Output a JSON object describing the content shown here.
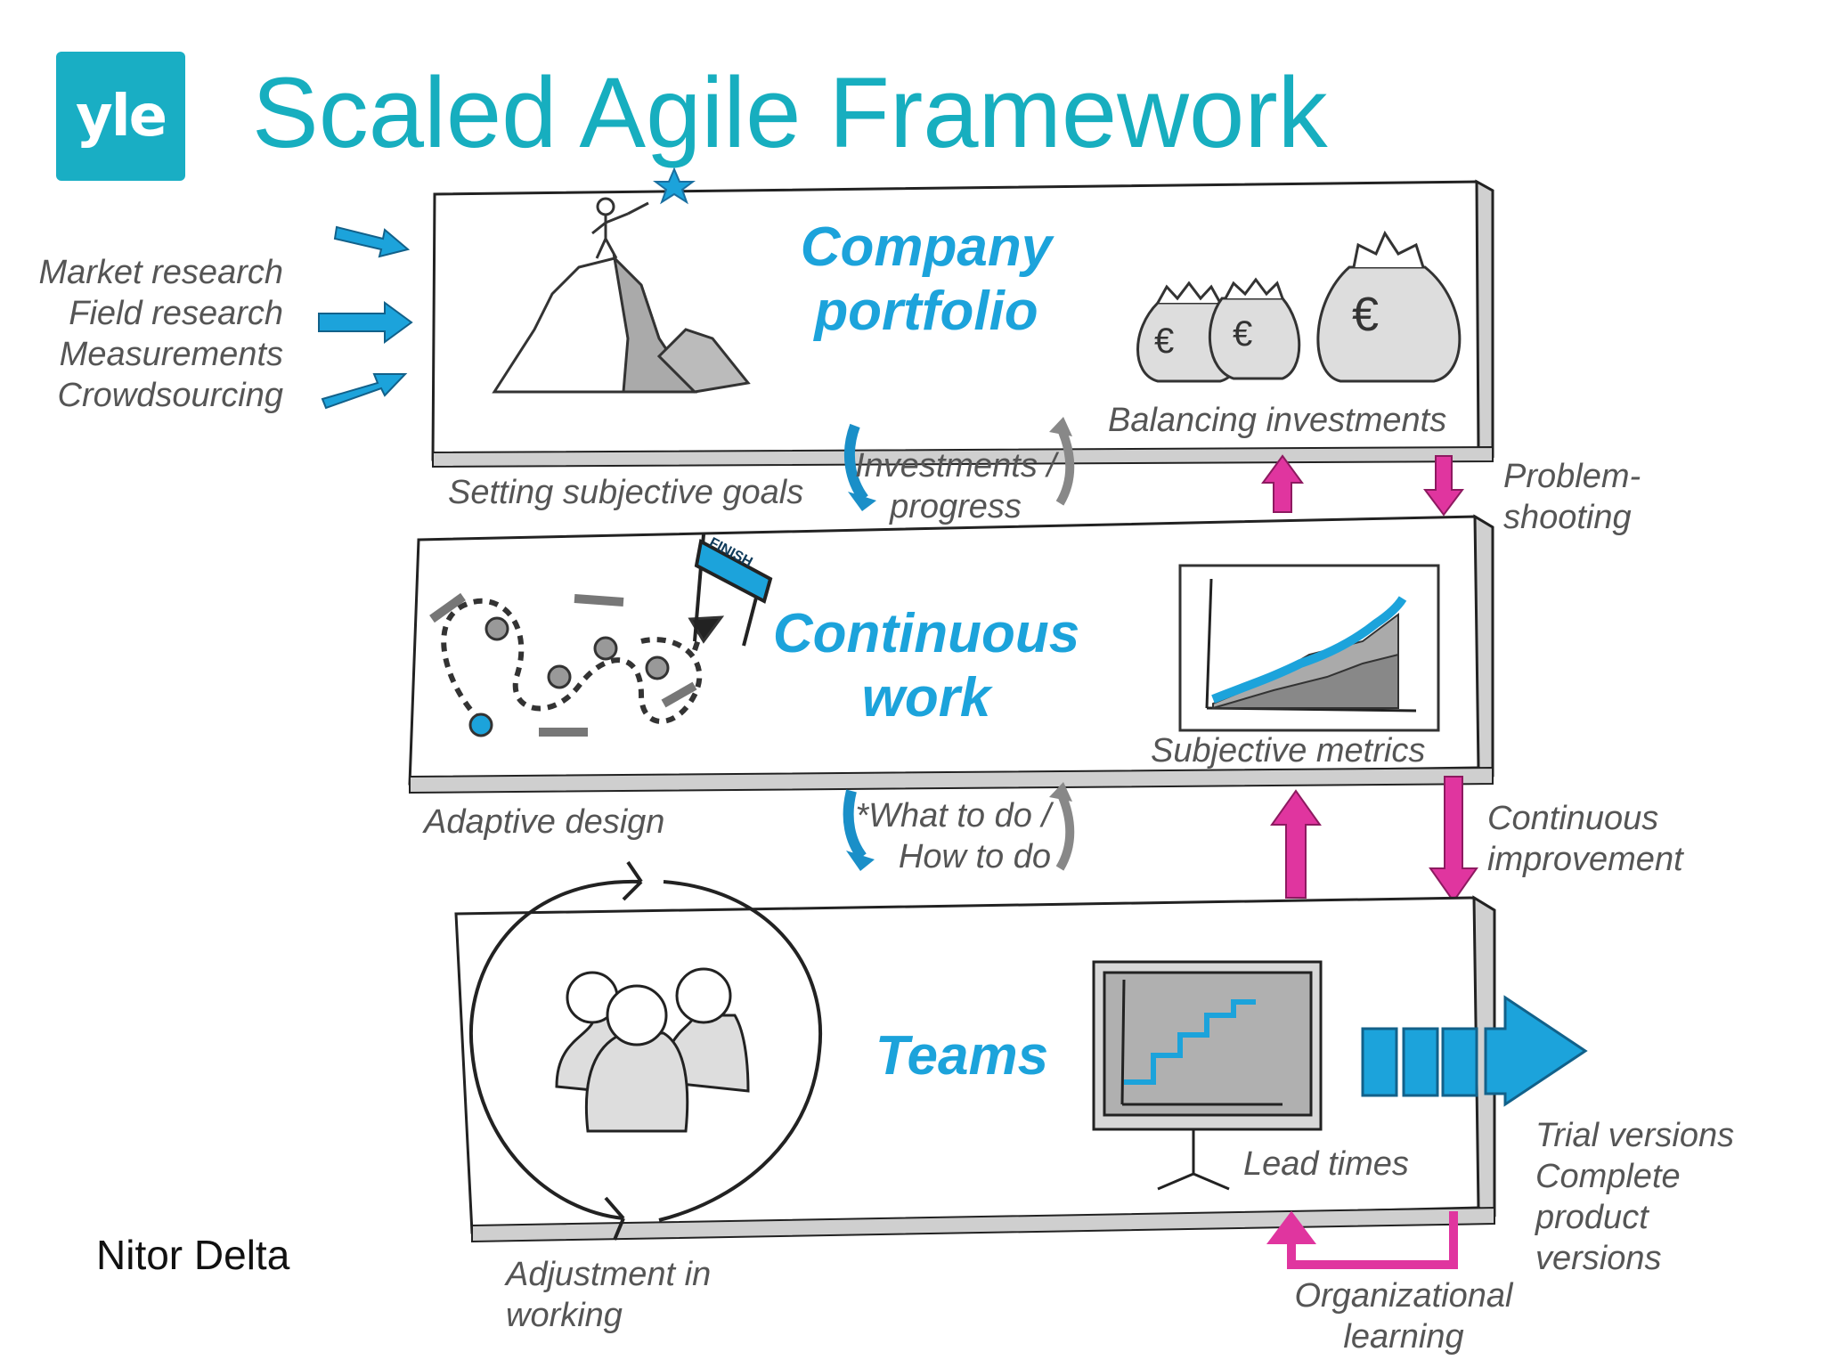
{
  "logo": {
    "text": "yle"
  },
  "title": "Scaled Agile Framework",
  "inputs": [
    "Market research",
    "Field research",
    "Measurements",
    "Crowdsourcing"
  ],
  "levels": {
    "company": {
      "line1": "Company",
      "line2": "portfolio"
    },
    "continuous": {
      "line1": "Continuous",
      "line2": "work"
    },
    "teams": {
      "line1": "Teams"
    }
  },
  "labels": {
    "setting_goals": "Setting subjective goals",
    "investments_line1": "Investments /",
    "investments_line2": "progress",
    "balancing": "Balancing investments",
    "problem_line1": "Problem-",
    "problem_line2": "shooting",
    "adaptive": "Adaptive design",
    "what_line1": "*What to do /",
    "what_line2": "How to do",
    "subjective_metrics": "Subjective metrics",
    "continuous_line1": "Continuous",
    "continuous_line2": "improvement",
    "lead_times": "Lead times",
    "trial_line1": "Trial versions",
    "trial_line2": "Complete",
    "trial_line3": "product",
    "trial_line4": "versions",
    "adjustment_line1": "Adjustment in",
    "adjustment_line2": "working",
    "org_line1": "Organizational",
    "org_line2": "learning",
    "finish": "FINISH",
    "euro": "€"
  },
  "footer": "Nitor Delta",
  "colors": {
    "title": "#17aebf",
    "logo_bg": "#19aec4",
    "accent_blue": "#1ca3db",
    "magenta": "#e0359f",
    "gray_text": "#555555"
  }
}
